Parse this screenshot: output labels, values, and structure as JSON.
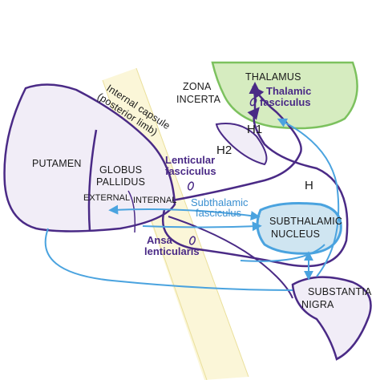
{
  "colors": {
    "purple": "#4a2a86",
    "blue": "#4aa3df",
    "thalamus_fill": "#d6ecc0",
    "thalamus_stroke": "#7cc15e",
    "nucleus_fill": "#cfe5f1",
    "capsule_band": "#fbf6d8",
    "structure_fill": "#f1edf7"
  },
  "labels": {
    "thalamus": "THALAMUS",
    "thalamic_fasc_1": "Thalamic",
    "thalamic_fasc_2": "fasciculus",
    "zona_1": "ZONA",
    "zona_2": "INCERTA",
    "h1": "H1",
    "h2": "H2",
    "h": "H",
    "capsule_1": "Internal capsule",
    "capsule_2": "(posterior limb)",
    "putamen": "PUTAMEN",
    "gp_1": "GLOBUS",
    "gp_2": "PALLIDUS",
    "external": "EXTERNAL",
    "internal": "INTERNAL",
    "lenticular_1": "Lenticular",
    "lenticular_2": "fasciculus",
    "subthalamic_fasc_1": "Subthalamic",
    "subthalamic_fasc_2": "fasciculus",
    "stn_1": "SUBTHALAMIC",
    "stn_2": "NUCLEUS",
    "ansa_1": "Ansa",
    "ansa_2": "lenticularis",
    "sn_1": "SUBSTANTIA",
    "sn_2": "NIGRA"
  }
}
